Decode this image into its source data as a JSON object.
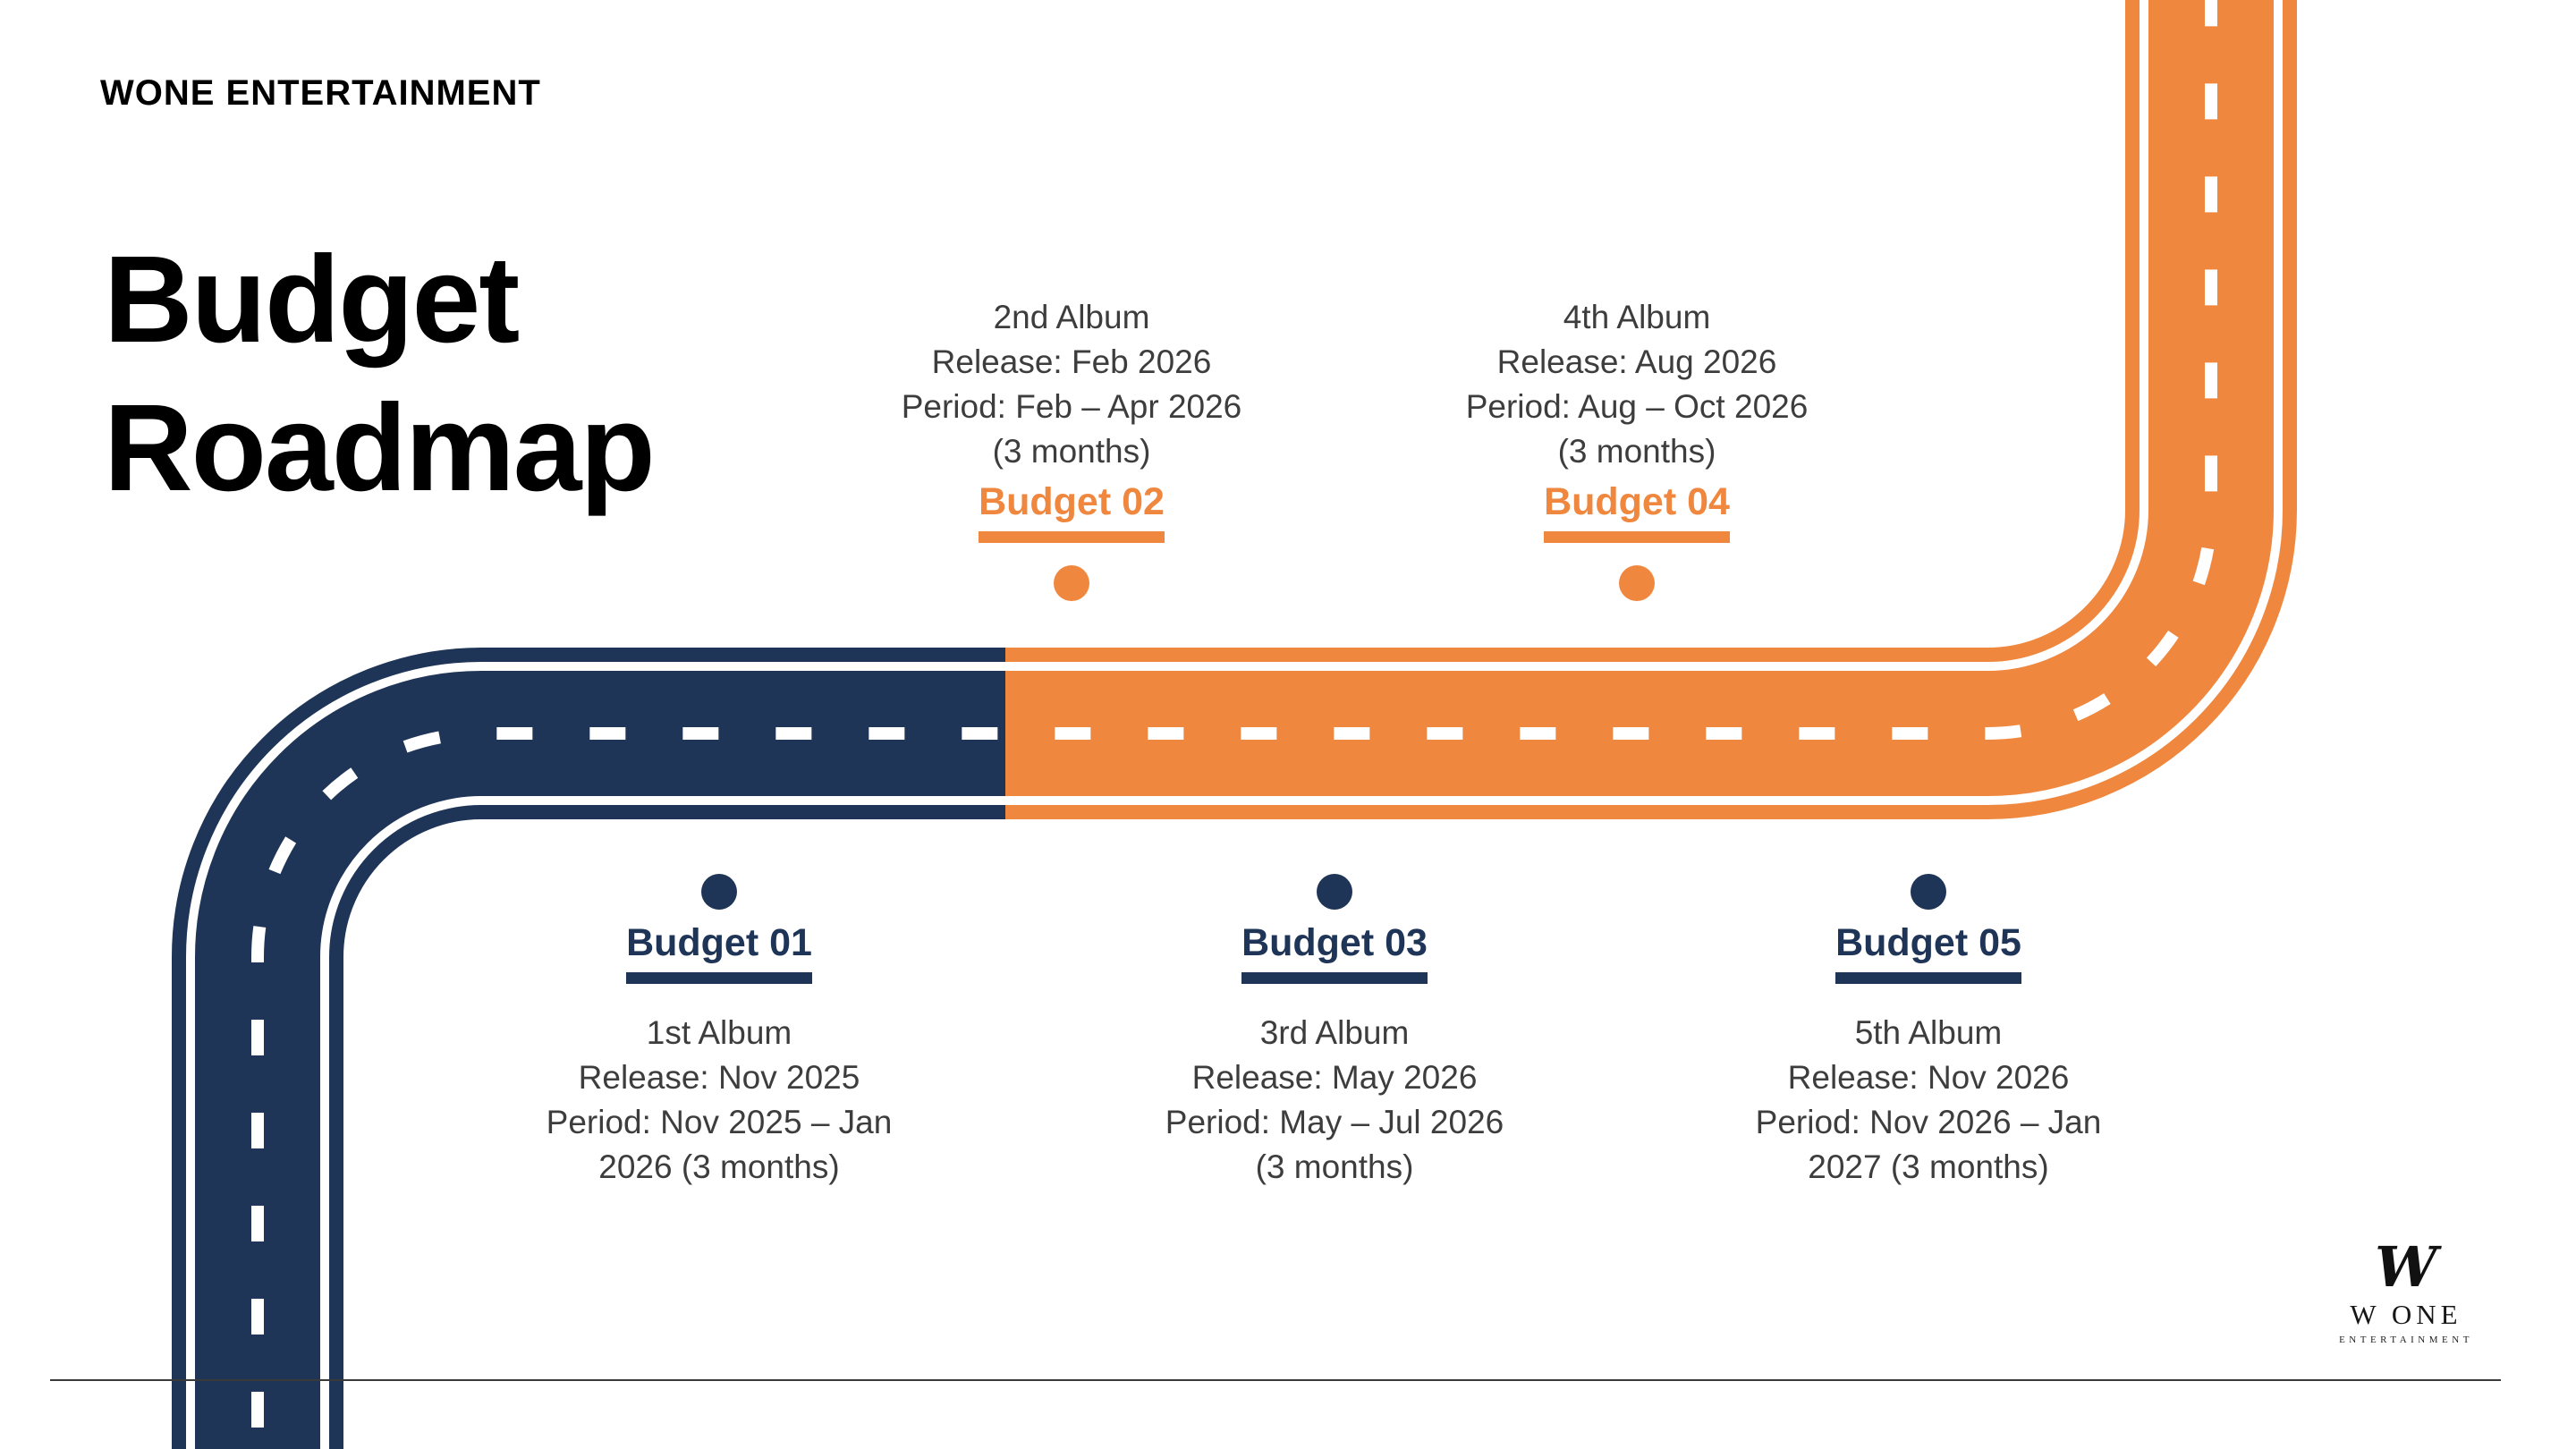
{
  "header": {
    "brand": "WONE ENTERTAINMENT"
  },
  "title": {
    "line1": "Budget",
    "line2": "Roadmap"
  },
  "colors": {
    "navy": "#1F3557",
    "orange": "#EF873E",
    "body-text": "#3D3D3D",
    "rule": "#3A3A3A",
    "ink": "#000000",
    "road-line": "#FFFFFF"
  },
  "milestones": [
    {
      "label": "Budget 01",
      "accent": "#1F3557",
      "side": "bottom",
      "lines": [
        "1st Album",
        "Release: Nov 2025",
        "Period: Nov 2025 – Jan",
        "2026 (3 months)"
      ]
    },
    {
      "label": "Budget 02",
      "accent": "#EF873E",
      "side": "top",
      "lines": [
        "2nd Album",
        "Release: Feb 2026",
        "Period: Feb – Apr 2026",
        "(3 months)"
      ]
    },
    {
      "label": "Budget 03",
      "accent": "#1F3557",
      "side": "bottom",
      "lines": [
        "3rd Album",
        "Release: May 2026",
        "Period: May – Jul 2026",
        "(3 months)"
      ]
    },
    {
      "label": "Budget 04",
      "accent": "#EF873E",
      "side": "top",
      "lines": [
        "4th Album",
        "Release: Aug 2026",
        "Period: Aug – Oct 2026",
        "(3 months)"
      ]
    },
    {
      "label": "Budget 05",
      "accent": "#1F3557",
      "side": "bottom",
      "lines": [
        "5th Album",
        "Release: Nov 2026",
        "Period: Nov 2026 – Jan",
        "2027 (3 months)"
      ]
    }
  ],
  "logo": {
    "mark": "W",
    "name": "W ONE",
    "subtitle": "ENTERTAINMENT"
  }
}
